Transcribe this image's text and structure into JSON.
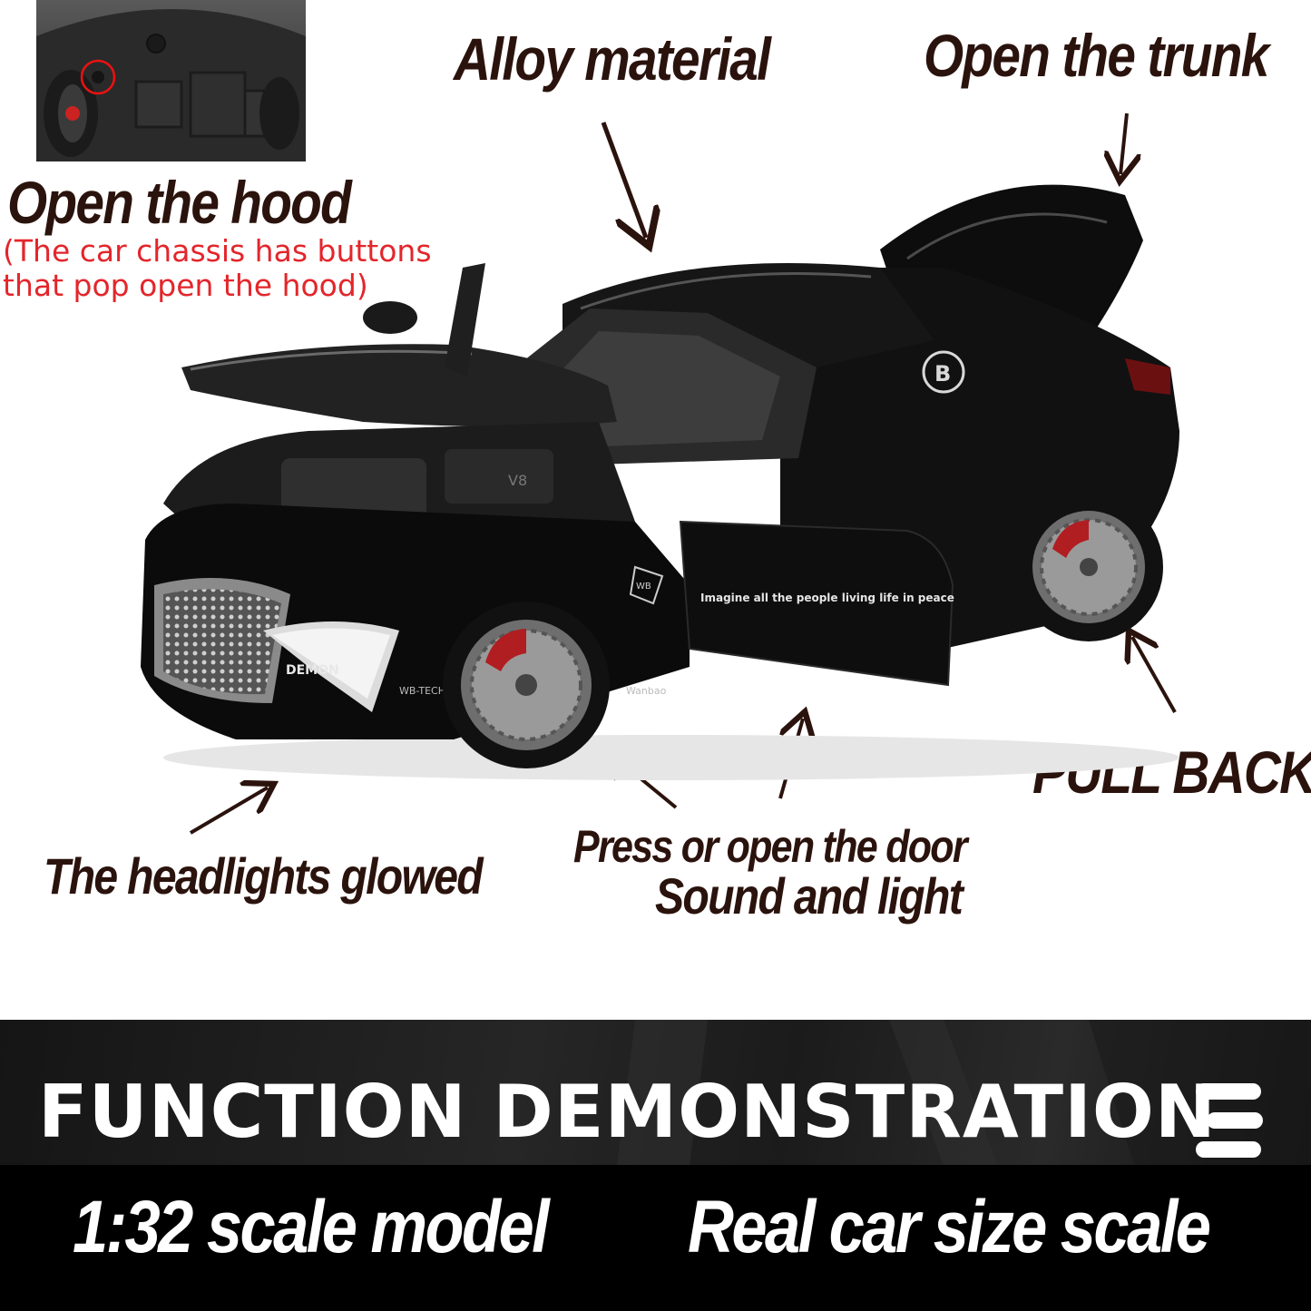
{
  "callouts": {
    "alloy": "Alloy material",
    "trunk": "Open the trunk",
    "hood": "Open the hood",
    "hood_note_line1": "(The car chassis has buttons",
    "hood_note_line2": "that pop open the hood)",
    "pull_back": "PULL BACK",
    "headlights": "The headlights glowed",
    "door_line1": "Press or open the door",
    "door_line2": "Sound and light"
  },
  "car_decals": {
    "door_text": "Imagine all the people living life in peace",
    "front_badge": "DEMON",
    "fender_badge": "WB-TECH",
    "side_badge": "Wanbao",
    "shield_badge": "WB",
    "rear_badge": "B",
    "engine_label": "V8"
  },
  "banner": {
    "title": "FUNCTION DEMONSTRATION",
    "number": "3"
  },
  "bottom": {
    "scale": "1:32 scale model",
    "real": "Real car size scale"
  },
  "colors": {
    "callout_text": "#2b130d",
    "note_text": "#e3262b",
    "car_body": "#0c0c0c",
    "banner_bg": "#1e1e1e"
  }
}
